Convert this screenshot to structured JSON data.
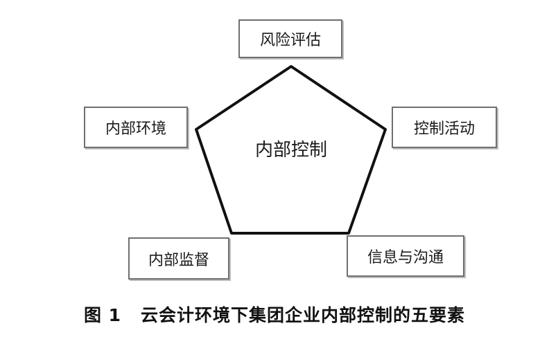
{
  "diagram": {
    "center": "内部控制",
    "elements": {
      "risk_assessment": "风险评估",
      "internal_environment": "内部环境",
      "control_activities": "控制活动",
      "internal_supervision": "内部监督",
      "information_communication": "信息与沟通"
    },
    "stroke_color": "#111111",
    "box_border_color": "#6f6f6f"
  },
  "caption": {
    "figure_no": "图 1",
    "title": "云会计环境下集团企业内部控制的五要素"
  }
}
